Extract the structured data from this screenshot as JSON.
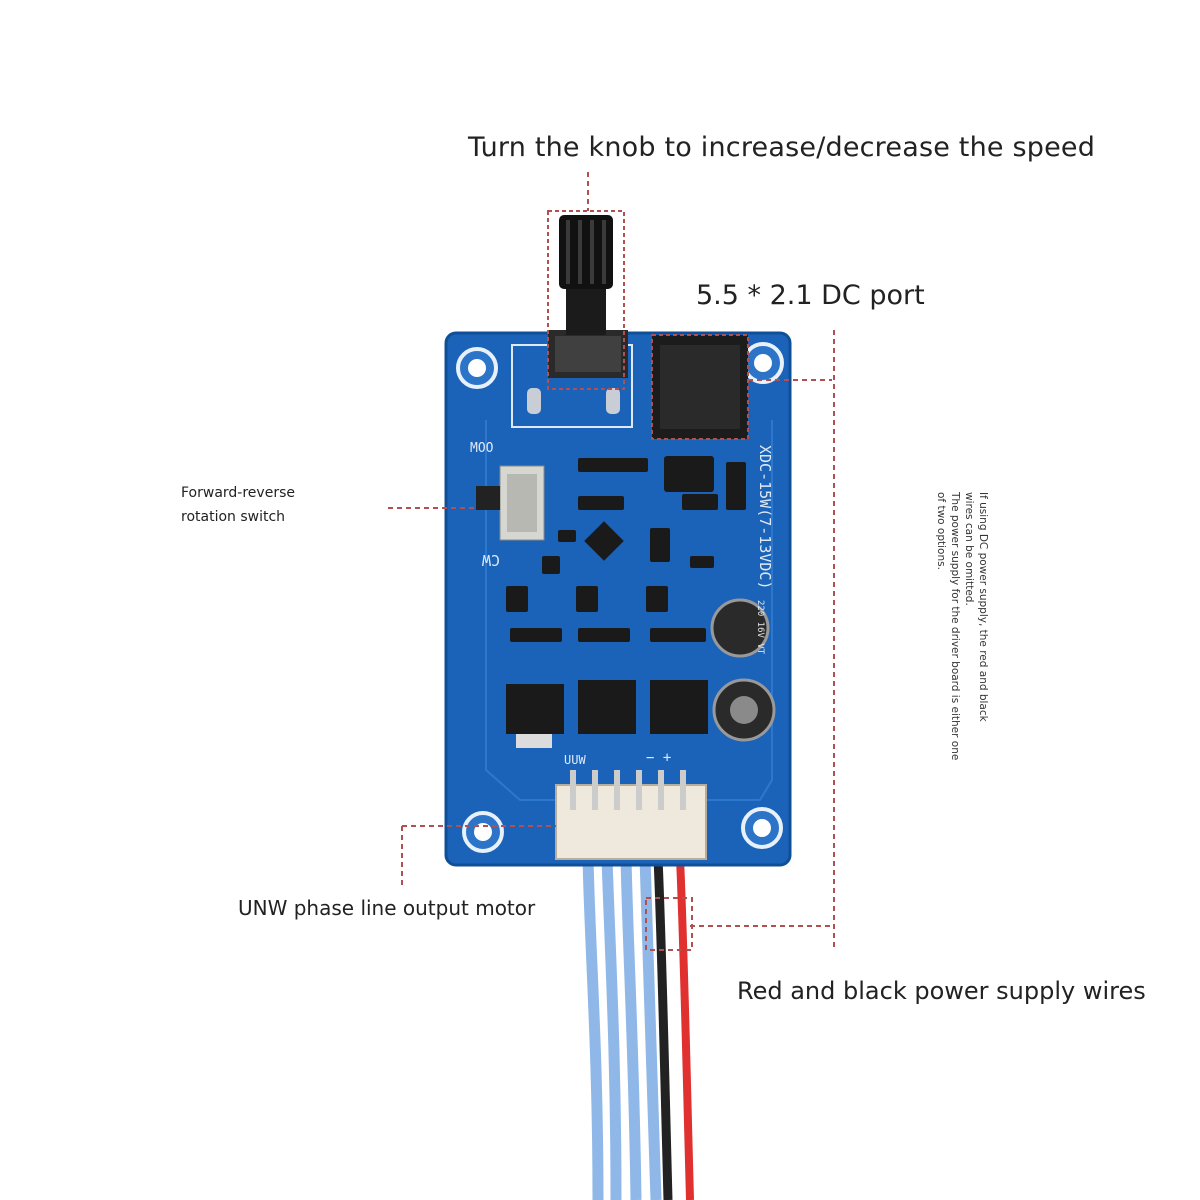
{
  "labels": {
    "knob": "Turn the knob to increase/decrease the speed",
    "dc_port": "5.5 * 2.1 DC port",
    "switch_line1": "Forward-reverse",
    "switch_line2": "rotation switch",
    "unw": "UNW phase line output motor",
    "power_wires": "Red and black power supply wires"
  },
  "note_lines": [
    "If using DC power supply, the red and black",
    "wires can be omitted.",
    "The power supply for the driver board is either one",
    "of two options."
  ],
  "silkscreen": {
    "moo": "MOO",
    "cw": "CW",
    "model": "XDC-15W(7-13VDC)",
    "uuw": "UUW",
    "polarity": "− +",
    "cap": "220 16V VT"
  },
  "colors": {
    "pcb": "#1b63b8",
    "pcb_edge": "#0f4f98",
    "leader": "#b05050",
    "wire_blue": "#8fb8e8",
    "wire_red": "#e03030",
    "wire_black": "#222222"
  }
}
